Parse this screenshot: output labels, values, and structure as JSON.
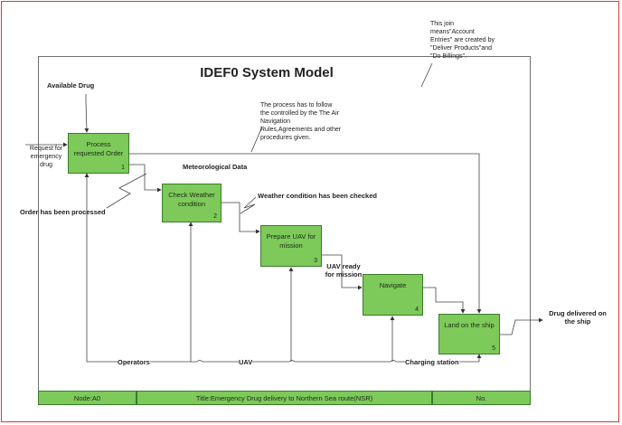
{
  "title": "IDEF0 System Model",
  "note_join": "This join means\"Account Entries\" are created by \"Deliver Products\"and \"Do Billings\".",
  "note_process": "The process has to follow the controlled by the The Air Navigation Rules,Agreements and other procedures given.",
  "boxes": [
    {
      "label": "Process requested Order",
      "num": "1"
    },
    {
      "label": "Check Weather condition",
      "num": "2"
    },
    {
      "label": "Prepare UAV for mission",
      "num": "3"
    },
    {
      "label": "Navigate",
      "num": "4"
    },
    {
      "label": "Land on the ship",
      "num": "5"
    }
  ],
  "labels": {
    "available_drug": "Available Drug",
    "request": "Request for emergency drug",
    "order_processed": "Order has been processed",
    "meteo": "Meteorological Data",
    "weather_checked": "Weather condition has been checked",
    "uav_ready": "UAV ready for mission",
    "drug_delivered": "Drug delivered on the ship",
    "operators": "Operators",
    "uav": "UAV",
    "charging": "Charging station"
  },
  "footer": {
    "node": "Node:A0",
    "title": "Title:Emergency Drug delivery to Northern Sea route(NSR)",
    "no": "No."
  },
  "colors": {
    "box_fill": "#7dc95a",
    "page_border": "#d23b3b"
  }
}
